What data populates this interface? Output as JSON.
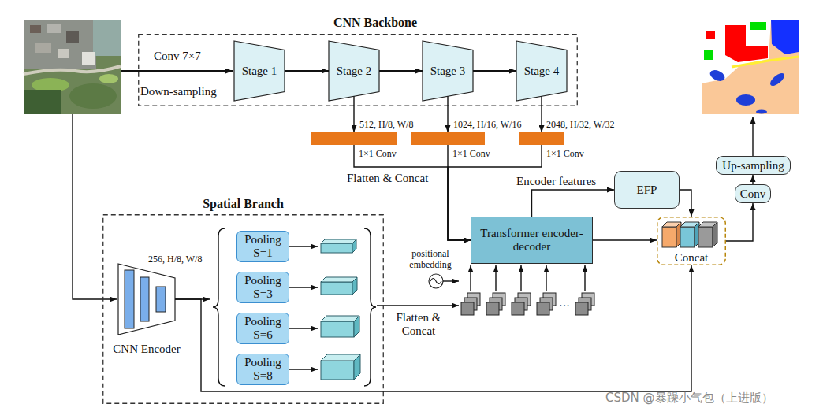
{
  "diagram": {
    "nodes": [
      {
        "text": [
          "CNN Backbone"
        ]
      },
      {
        "text": [
          "Stage 1"
        ],
        "in": 0
      },
      {
        "text": [
          "Stage 2"
        ],
        "in": 0
      },
      {
        "text": [
          "Stage 3"
        ],
        "in": 0
      },
      {
        "text": [
          "Stage 4"
        ],
        "in": 0
      },
      {
        "text": [
          "1×1 Conv"
        ]
      },
      {
        "text": [
          "1×1 Conv"
        ]
      },
      {
        "text": [
          "1×1 Conv"
        ]
      },
      {
        "text": [
          "EFP"
        ]
      },
      {
        "text": [
          "Up-sampling"
        ]
      },
      {
        "text": [
          "Conv"
        ]
      },
      {
        "text": [
          "Spatial Branch"
        ]
      },
      {
        "text": [
          "CNN Encoder"
        ],
        "in": 11
      },
      {
        "text": [
          "Pooling S=1"
        ],
        "in": 11
      },
      {
        "text": [
          "Pooling S=3"
        ],
        "in": 11
      },
      {
        "text": [
          "Pooling S=6"
        ],
        "in": 11
      },
      {
        "text": [
          "Pooling S=8"
        ],
        "in": 11
      },
      {
        "text": [
          "Transformer encoder-decoder"
        ]
      },
      {
        "text": [
          "Concat"
        ]
      }
    ],
    "edges": [
      {
        "from": 1,
        "to": 2,
        "arrow": "to"
      },
      {
        "from": 2,
        "to": 3,
        "arrow": "to"
      },
      {
        "from": 3,
        "to": 4,
        "arrow": "to"
      },
      {
        "from": 2,
        "to": 5,
        "label": "512, H/8, W/8",
        "arrow": "to"
      },
      {
        "from": 3,
        "to": 6,
        "label": "1024, H/16, W/16",
        "arrow": "to"
      },
      {
        "from": 4,
        "to": 7,
        "label": "2048, H/32, W/32",
        "arrow": "to"
      },
      {
        "from": 5,
        "to": 17,
        "arrow": "to"
      },
      {
        "from": 6,
        "to": 17,
        "arrow": "to"
      },
      {
        "from": 7,
        "to": 17,
        "arrow": "to"
      },
      {
        "from": 17,
        "to": 8,
        "label": "Encoder features",
        "arrow": "to"
      },
      {
        "from": 8,
        "to": 18,
        "arrow": "to"
      },
      {
        "from": 17,
        "to": 18,
        "arrow": "to"
      },
      {
        "from": 12,
        "to": 18,
        "arrow": "to"
      },
      {
        "from": 18,
        "to": 10,
        "arrow": "to"
      },
      {
        "from": 10,
        "to": 9,
        "arrow": "to"
      }
    ],
    "labels": [
      "Conv 7×7",
      "Down-sampling",
      "Flatten & Concat",
      "256, H/8, W/8",
      "Flatten & Concat",
      "positional embedding",
      "···",
      "CSDN @暴躁小气包（上进版）"
    ]
  }
}
